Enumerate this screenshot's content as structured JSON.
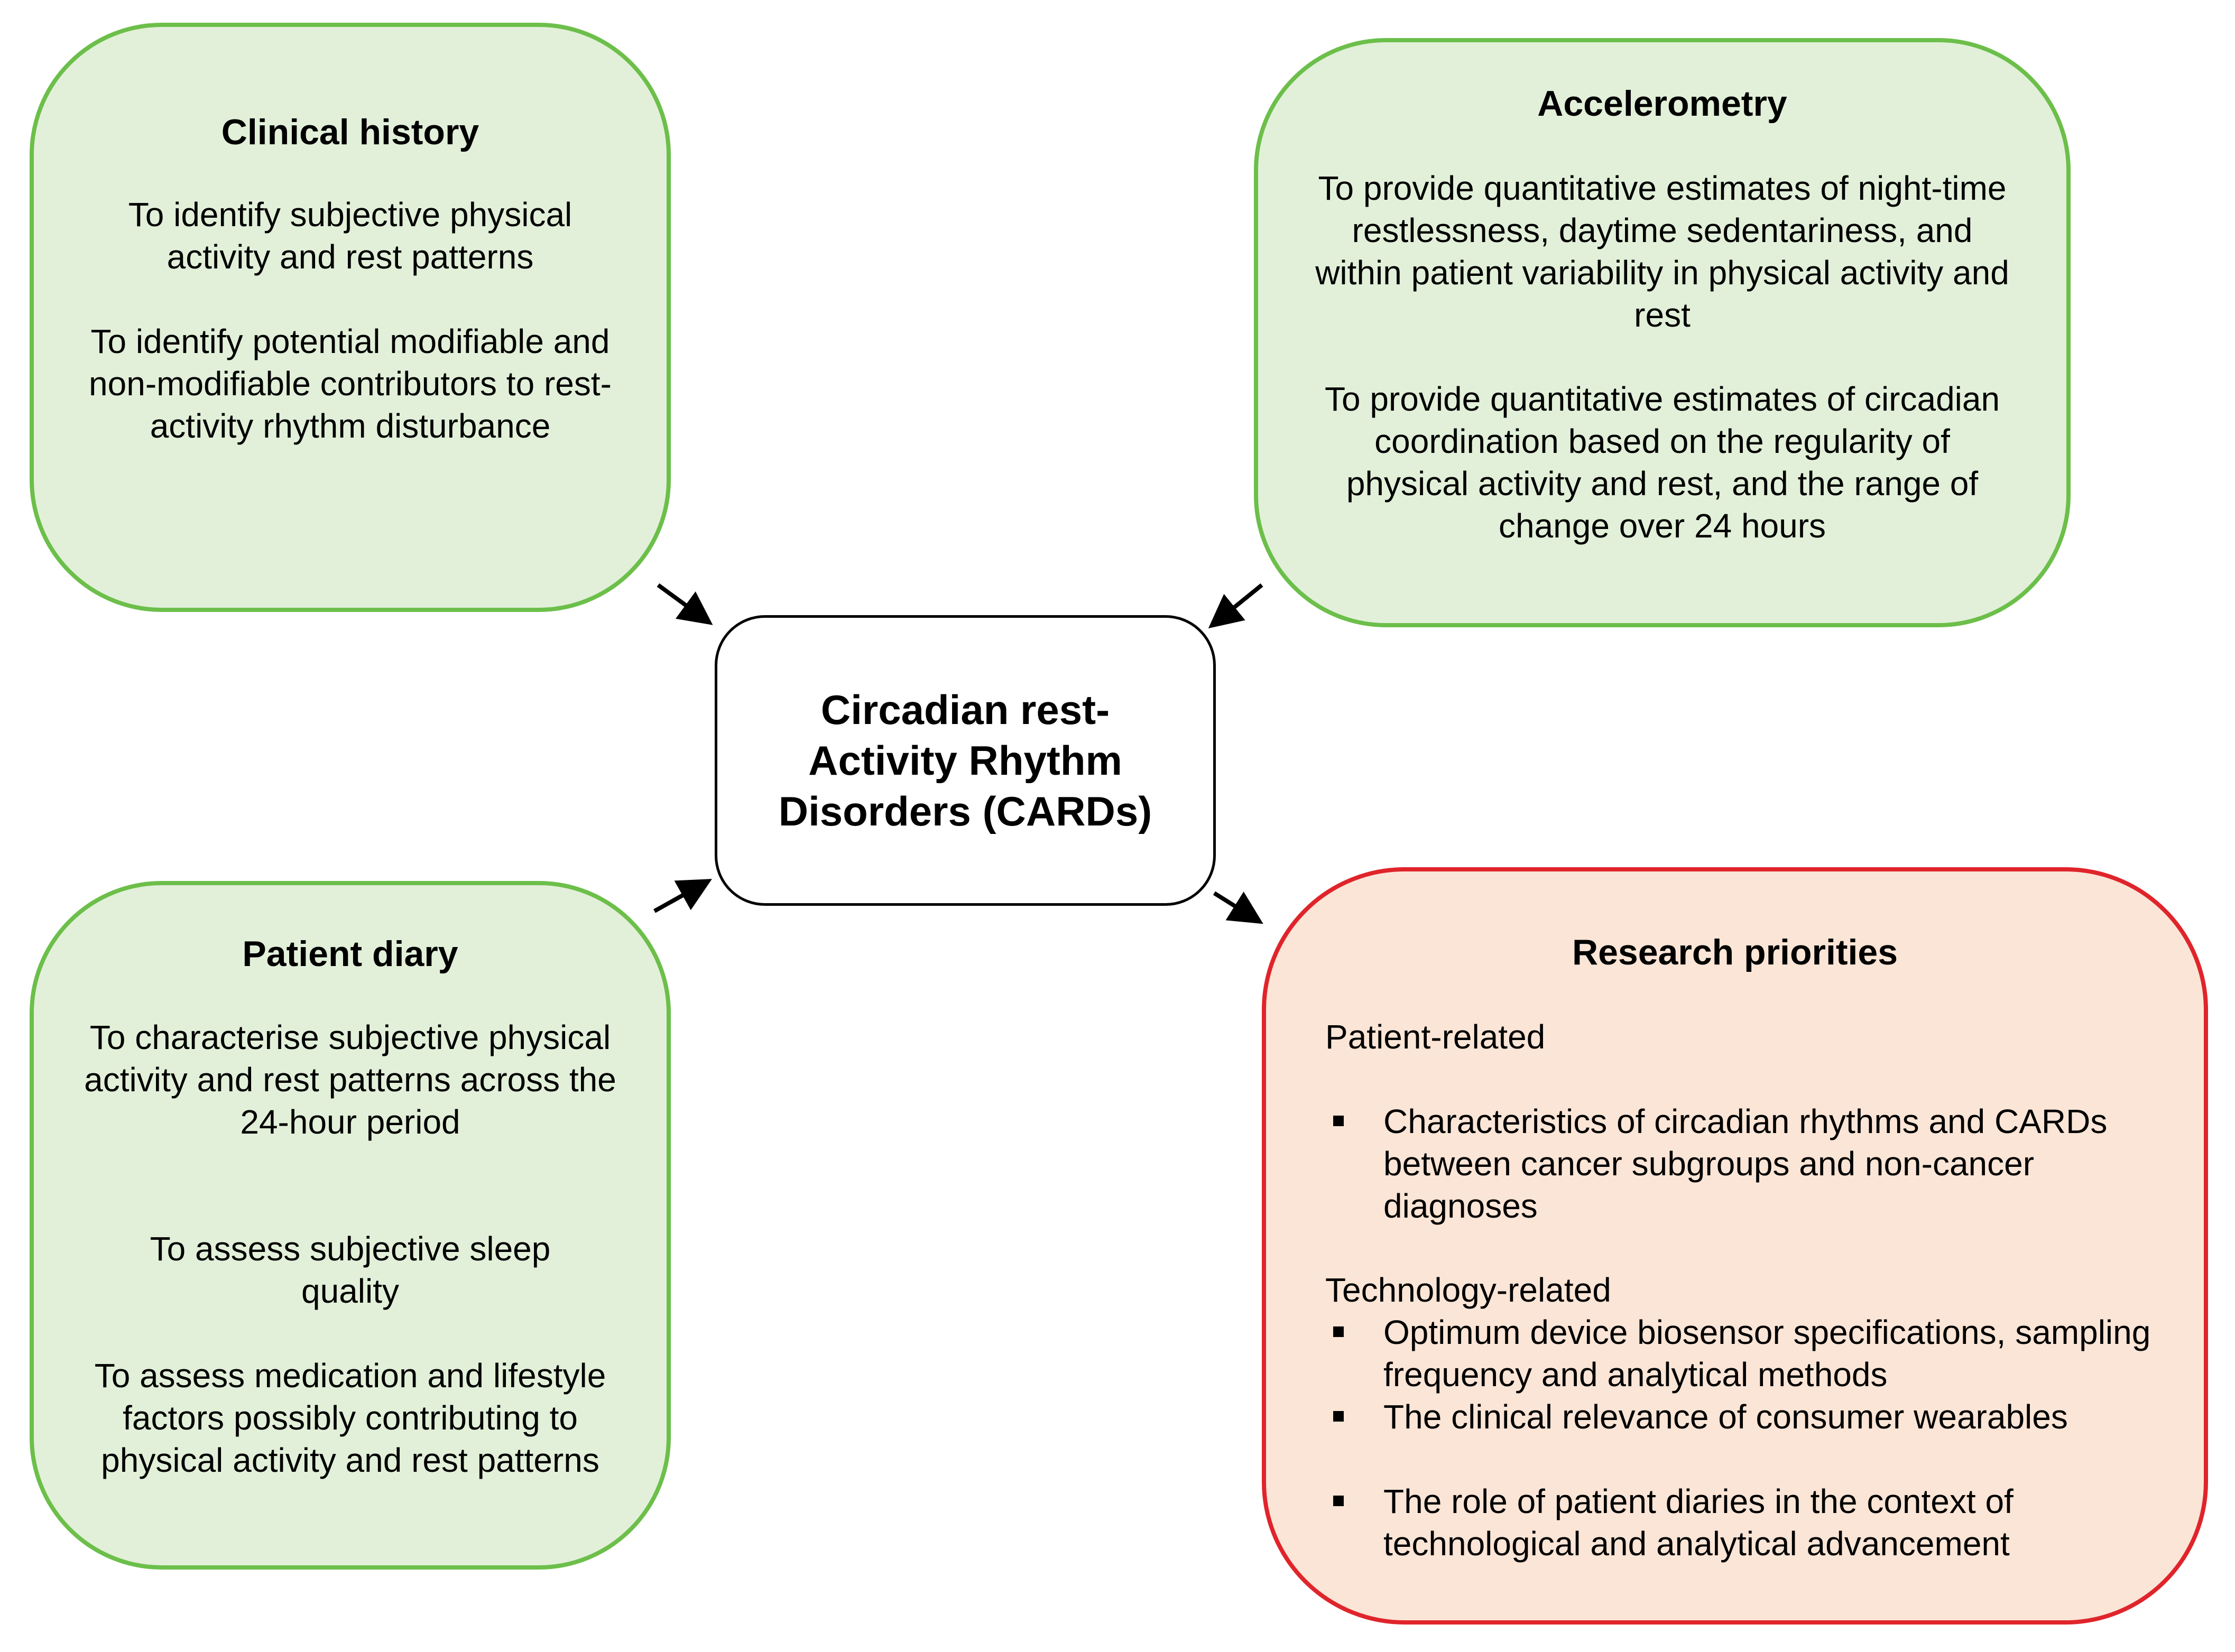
{
  "clinical_history": {
    "title": "Clinical history",
    "paragraphs": [
      "To identify subjective physical activity and rest patterns",
      "To identify potential modifiable and non-modifiable contributors to rest-activity rhythm disturbance"
    ]
  },
  "accelerometry": {
    "title": "Accelerometry",
    "paragraphs": [
      "To provide quantitative estimates of night-time restlessness, daytime sedentariness, and within patient variability in physical activity and rest",
      "To provide quantitative estimates of circadian coordination based on the regularity of physical activity and rest, and the range of change over 24 hours"
    ]
  },
  "center": {
    "lines": [
      "Circadian rest-",
      "Activity Rhythm",
      "Disorders (CARDs)"
    ]
  },
  "patient_diary": {
    "title": "Patient diary",
    "paragraphs": [
      "To characterise subjective physical activity and rest patterns across the 24-hour period",
      "To assess subjective sleep quality",
      "To assess medication and lifestyle factors possibly contributing to physical activity and rest patterns"
    ]
  },
  "research_priorities": {
    "title": "Research priorities",
    "sections": [
      {
        "heading": "Patient-related",
        "bullets": [
          "Characteristics of circadian rhythms and CARDs between cancer subgroups and non-cancer diagnoses"
        ]
      },
      {
        "heading": "Technology-related",
        "bullets": [
          "Optimum device biosensor specifications, sampling frequency and analytical methods",
          "The clinical relevance of consumer wearables",
          "The role of patient diaries in the context of technological and analytical advancement"
        ]
      }
    ]
  },
  "colors": {
    "green_border": "#6cbf4a",
    "green_fill": "#e2f0d9",
    "red_border": "#e0242b",
    "red_fill": "#fbe5d6"
  }
}
